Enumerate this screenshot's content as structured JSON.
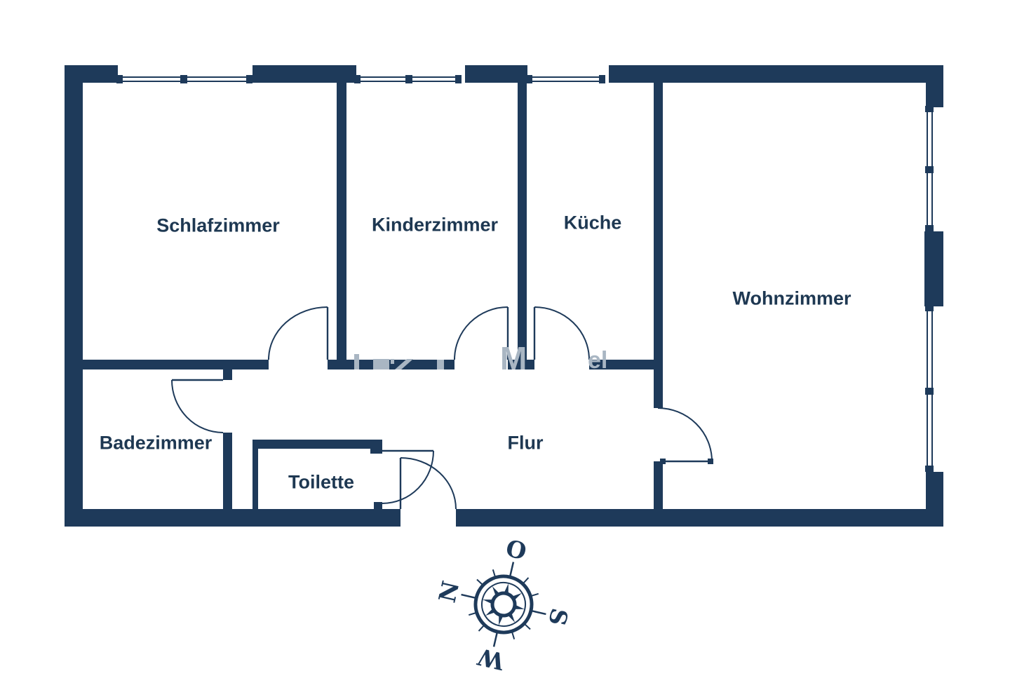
{
  "page": {
    "type": "apartment-floor-plan"
  },
  "colors": {
    "wall": "#1e3a5a",
    "text": "#1e3852",
    "watermark": "#a9b6c3",
    "bg": "#ffffff"
  },
  "rooms": [
    {
      "name": "schlafzimmer",
      "label": "Schlafzimmer"
    },
    {
      "name": "kinderzimmer",
      "label": "Kinderzimmer"
    },
    {
      "name": "kueche",
      "label": "Küche"
    },
    {
      "name": "wohnzimmer",
      "label": "Wohnzimmer"
    },
    {
      "name": "badezimmer",
      "label": "Badezimmer"
    },
    {
      "name": "toilette",
      "label": "Toilette"
    },
    {
      "name": "flur",
      "label": "Flur"
    }
  ],
  "compass": {
    "north": "N",
    "east": "O",
    "south": "S",
    "west": "W",
    "rotation_deg": -77
  },
  "watermark": {
    "fragment_m": "M",
    "fragment_el": "el"
  }
}
